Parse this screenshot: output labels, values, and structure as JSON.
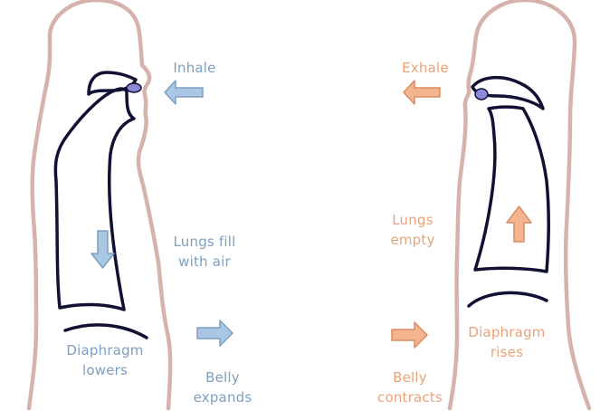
{
  "colors": {
    "body_outline": "#d6b2ac",
    "lung_outline": "#111133",
    "mouth_fill": "#8c8ad8",
    "inhale_arrow": "#a9c6e2",
    "inhale_arrow_stroke": "#7e9fc0",
    "exhale_arrow": "#f4b48e",
    "exhale_arrow_stroke": "#d98c63",
    "inhale_text": "#7e9fc0",
    "exhale_text": "#e8a27b"
  },
  "icons": {
    "inhale_direction": "arrow-left-icon",
    "lungs_fill_direction": "arrow-down-icon",
    "belly_expands_direction": "arrow-right-icon",
    "exhale_direction": "arrow-left-icon",
    "lungs_empty_direction": "arrow-up-icon",
    "belly_contracts_direction": "arrow-right-icon"
  },
  "inhale": {
    "title": "Inhale",
    "lungs_line1": "Lungs fill",
    "lungs_line2": "with air",
    "diaphragm_line1": "Diaphragm",
    "diaphragm_line2": "lowers",
    "belly_line1": "Belly",
    "belly_line2": "expands"
  },
  "exhale": {
    "title": "Exhale",
    "lungs_line1": "Lungs",
    "lungs_line2": "empty",
    "diaphragm_line1": "Diaphragm",
    "diaphragm_line2": "rises",
    "belly_line1": "Belly",
    "belly_line2": "contracts"
  }
}
